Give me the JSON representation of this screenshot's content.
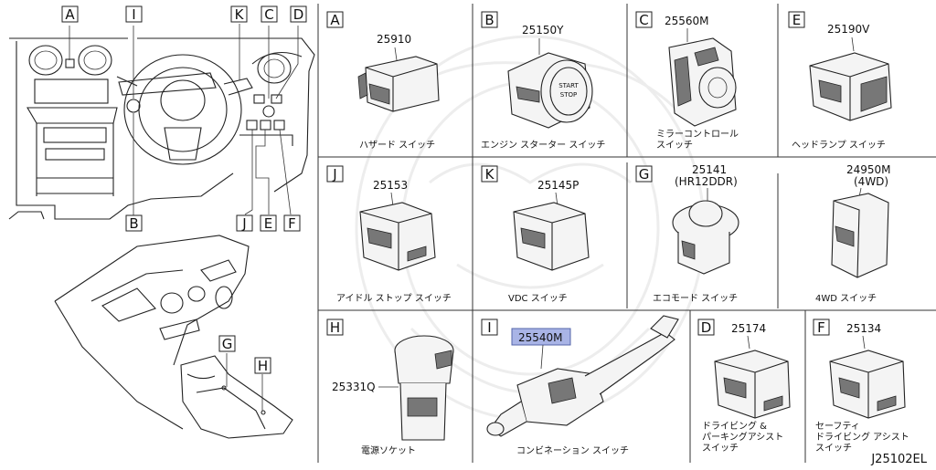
{
  "diagram": {
    "footer_code": "J25102EL",
    "highlight_color": "#a9b4e6",
    "overview": {
      "letters": [
        "A",
        "I",
        "K",
        "C",
        "D",
        "B",
        "J",
        "E",
        "F",
        "G",
        "H"
      ]
    },
    "cells": [
      {
        "letter": "A",
        "part": "25910",
        "name": [
          "ハザード スイッチ"
        ]
      },
      {
        "letter": "B",
        "part": "25150Y",
        "name": [
          "エンジン スターター スイッチ"
        ],
        "button_text": [
          "START",
          "STOP"
        ]
      },
      {
        "letter": "C",
        "part": "25560M",
        "name": [
          "ミラーコントロール",
          "スイッチ"
        ]
      },
      {
        "letter": "E",
        "part": "25190V",
        "name": [
          "ヘッドランプ  スイッチ"
        ]
      },
      {
        "letter": "J",
        "part": "25153",
        "name": [
          "アイドル ストップ スイッチ"
        ]
      },
      {
        "letter": "K",
        "part": "25145P",
        "name": [
          "VDC スイッチ"
        ]
      },
      {
        "letter": "G",
        "part": "25141",
        "part_sub": "(HR12DDR)",
        "name": [
          "エコモード スイッチ"
        ]
      },
      {
        "letter": "",
        "part": "24950M",
        "part_sub": "(4WD)",
        "name": [
          "4WD スイッチ"
        ]
      },
      {
        "letter": "H",
        "part": "25331Q",
        "name": [
          "電源ソケット"
        ]
      },
      {
        "letter": "I",
        "part": "25540M",
        "name": [
          "コンビネーション スイッチ"
        ]
      },
      {
        "letter": "D",
        "part": "25174",
        "name": [
          "ドライビング &",
          "パーキングアシスト",
          "スイッチ"
        ]
      },
      {
        "letter": "F",
        "part": "25134",
        "name": [
          "セーフティ",
          "ドライビング アシスト",
          "スイッチ"
        ]
      }
    ]
  }
}
